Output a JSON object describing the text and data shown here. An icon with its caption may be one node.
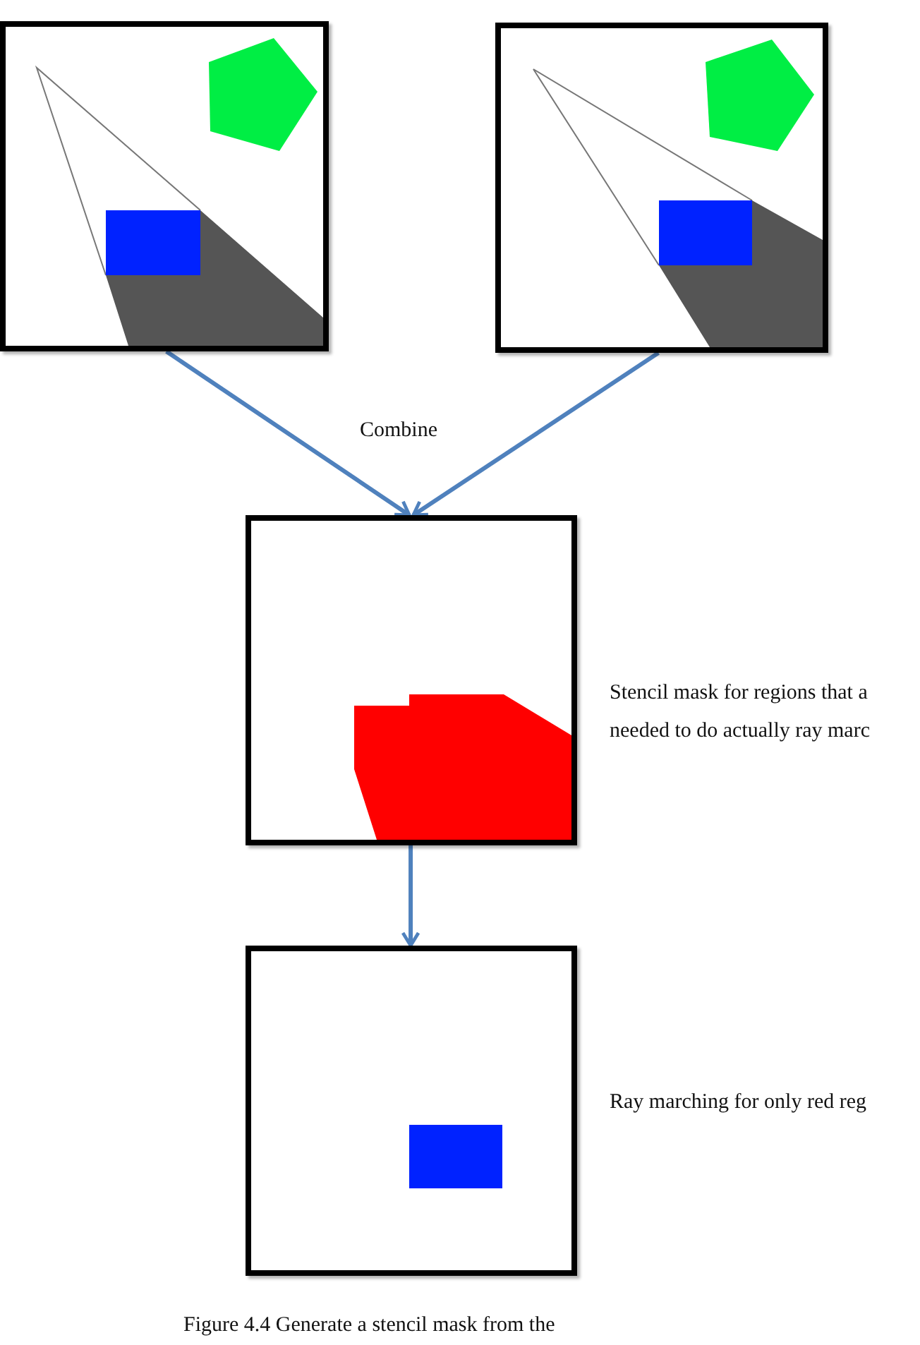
{
  "diagram": {
    "caption": "Figure 4.4 Generate a stencil mask from the",
    "nodes": [
      {
        "text": [],
        "shape": "picture"
      },
      {
        "text": [],
        "shape": "picture"
      },
      {
        "text": [],
        "shape": "picture",
        "beside": [
          "Stencil mask for regions that a needed to do actually ray marc"
        ]
      },
      {
        "text": [],
        "shape": "picture",
        "beside": [
          "Ray marching for only red reg"
        ]
      }
    ],
    "edges": [
      {
        "from": 0,
        "to": 2,
        "arrow": "to"
      },
      {
        "from": 1,
        "to": 2,
        "arrow": "to"
      },
      {
        "from": 2,
        "to": 3,
        "arrow": "to"
      }
    ],
    "labels": [
      "Combine"
    ]
  }
}
